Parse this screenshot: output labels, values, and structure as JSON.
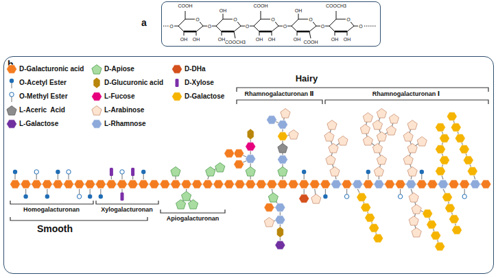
{
  "diagram": {
    "nodes": [
      {
        "text": [
          "a"
        ]
      },
      {
        "text": [
          "b"
        ]
      }
    ],
    "labels": [
      "COOH",
      "O",
      "OH",
      "OH",
      "COOCH3",
      "O",
      "OH",
      "OH",
      "COOH",
      "O",
      "OH",
      "OH",
      "COOH",
      "O",
      "OH",
      "OH",
      "COOCH3",
      "O",
      "OH",
      "OH",
      "O",
      "O",
      "O",
      "O",
      "O",
      "O",
      "Hairy",
      "Rhamnogalacturonan Ⅱ",
      "Rhamnogalacturonan Ⅰ",
      "Homogalacturonan",
      "Xylogalacturonan",
      "Apiogalacturonan",
      "Smooth"
    ],
    "legend": [
      {
        "text": "D-Galacturonic acid",
        "color": "#f47c20"
      },
      {
        "text": "O-Acetyl Ester",
        "color": "#1f6db5"
      },
      {
        "text": "O-Methyl Ester",
        "color": "#ffffff"
      },
      {
        "text": "L-Aceric  Acid",
        "color": "#8c8c8c"
      },
      {
        "text": "L-Galactose",
        "color": "#7030a0"
      },
      {
        "text": "D-Apiose",
        "color": "#a8dca0"
      },
      {
        "text": "D-Glucuronic acid",
        "color": "#b8860b"
      },
      {
        "text": "L-Fucose",
        "color": "#e6007e"
      },
      {
        "text": "L-Arabinose",
        "color": "#fde4d0"
      },
      {
        "text": "L-Rhamnose",
        "color": "#8eaadb"
      },
      {
        "text": "D-DHa",
        "color": "#d4501c"
      },
      {
        "text": "D-Xylose",
        "color": "#7b2fa8"
      },
      {
        "text": "D-Galactose",
        "color": "#f5b400"
      }
    ]
  }
}
